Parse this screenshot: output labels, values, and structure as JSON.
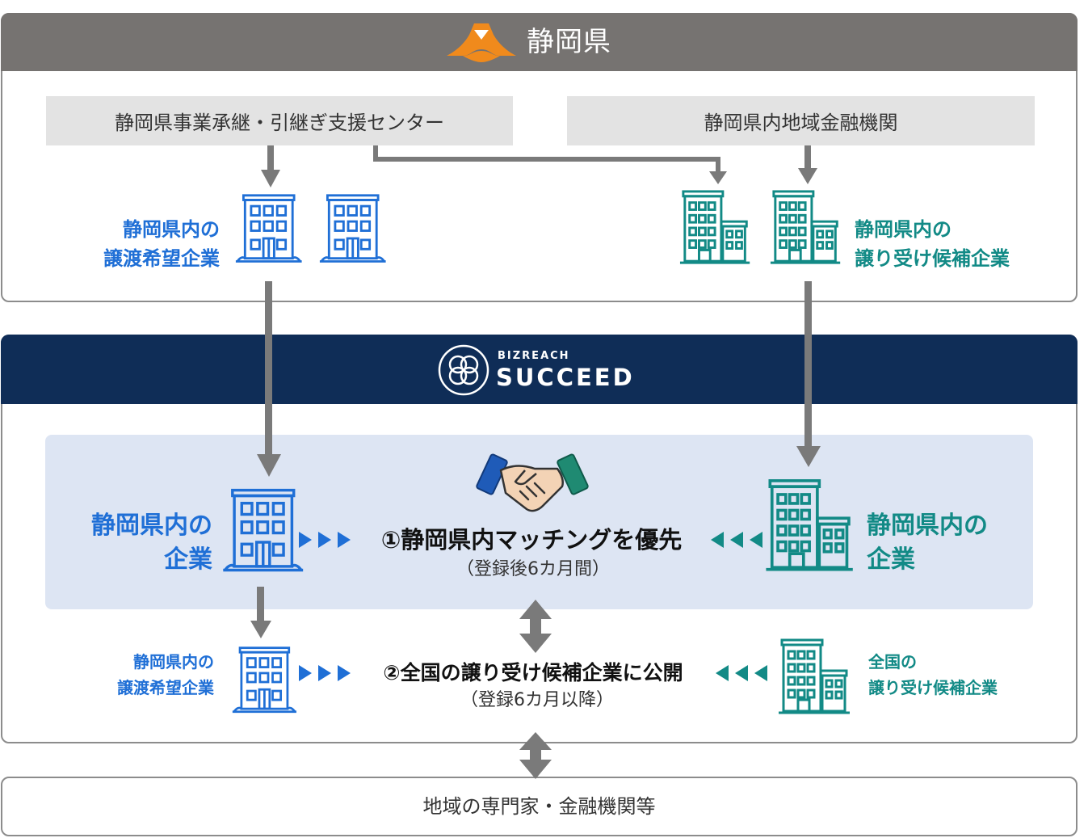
{
  "prefecture_panel": {
    "title": "静岡県",
    "left_box": "静岡県事業承継・引継ぎ支援センター",
    "right_box": "静岡県内地域金融機関",
    "left_label": [
      "静岡県内の",
      "譲渡希望企業"
    ],
    "right_label": [
      "静岡県内の",
      "譲り受け候補企業"
    ]
  },
  "succeed_panel": {
    "brand_small": "BIZREACH",
    "brand_large": "SUCCEED",
    "step1": {
      "left_label": [
        "静岡県内の",
        "企業"
      ],
      "title": "①静岡県内マッチングを優先",
      "subtitle": "（登録後6カ月間）",
      "right_label": [
        "静岡県内の",
        "企業"
      ]
    },
    "step2": {
      "left_label": [
        "静岡県内の",
        "譲渡希望企業"
      ],
      "title": "②全国の譲り受け候補企業に公開",
      "subtitle": "（登録6カ月以降）",
      "right_label": [
        "全国の",
        "譲り受け候補企業"
      ]
    }
  },
  "bottom_panel": {
    "text": "地域の専門家・金融機関等"
  },
  "colors": {
    "blue": "#1f6fd6",
    "teal": "#128a86",
    "navy": "#0f2d57",
    "header_grey": "#767371",
    "arrow_grey": "#7a7a7a",
    "logo_orange": "#f08a1c"
  },
  "icons": [
    "mount-fuji-logo-icon",
    "building-icon",
    "succeed-logo-icon",
    "handshake-icon",
    "arrow-icon"
  ]
}
